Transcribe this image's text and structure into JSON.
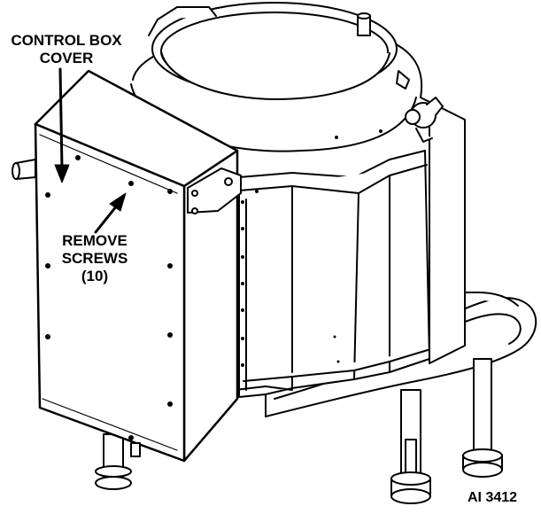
{
  "labels": {
    "control_box_cover": [
      "CONTROL BOX",
      "COVER"
    ],
    "remove_screws": [
      "REMOVE",
      "SCREWS",
      "(10)"
    ]
  },
  "figure_id": "AI 3412",
  "colors": {
    "line": "#000000",
    "fill": "#ffffff"
  }
}
